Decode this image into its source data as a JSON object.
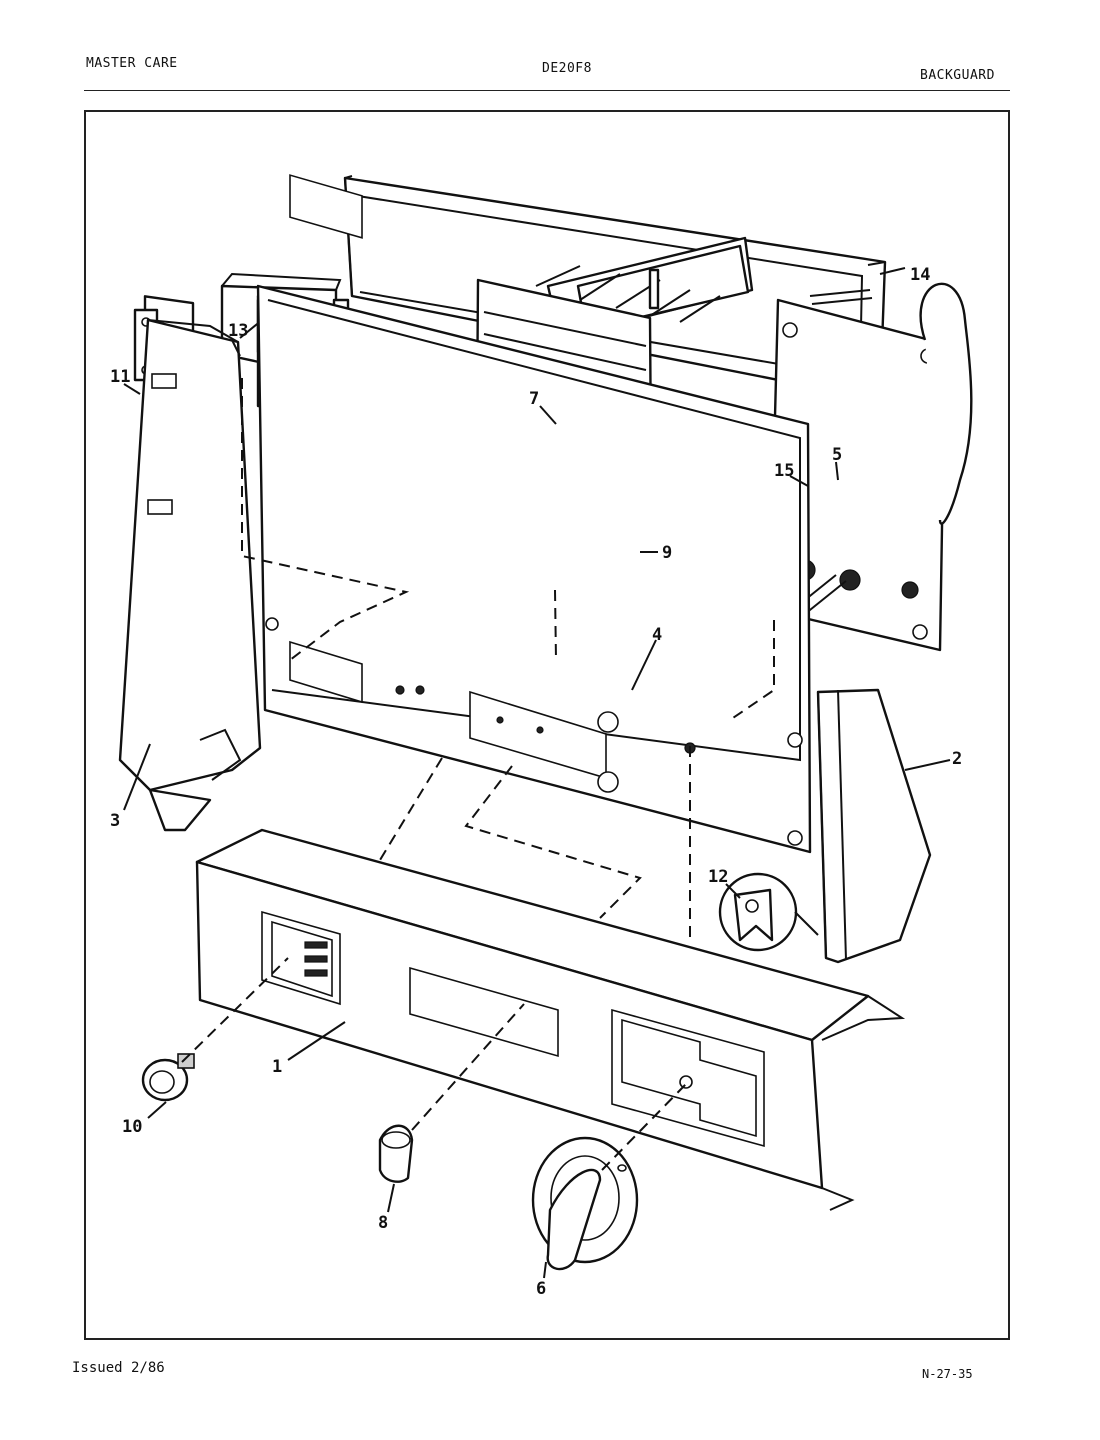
{
  "header": {
    "left": "MASTER CARE",
    "center": "DE20F8",
    "right": "BACKGUARD"
  },
  "footer": {
    "left": "Issued 2/86",
    "right": "N-27-35"
  },
  "callouts": {
    "c1": "1",
    "c2": "2",
    "c3": "3",
    "c4": "4",
    "c5": "5",
    "c6": "6",
    "c7": "7",
    "c8": "8",
    "c9": "9",
    "c10": "10",
    "c11": "11",
    "c12": "12",
    "c13": "13",
    "c14": "14",
    "c15": "15"
  }
}
